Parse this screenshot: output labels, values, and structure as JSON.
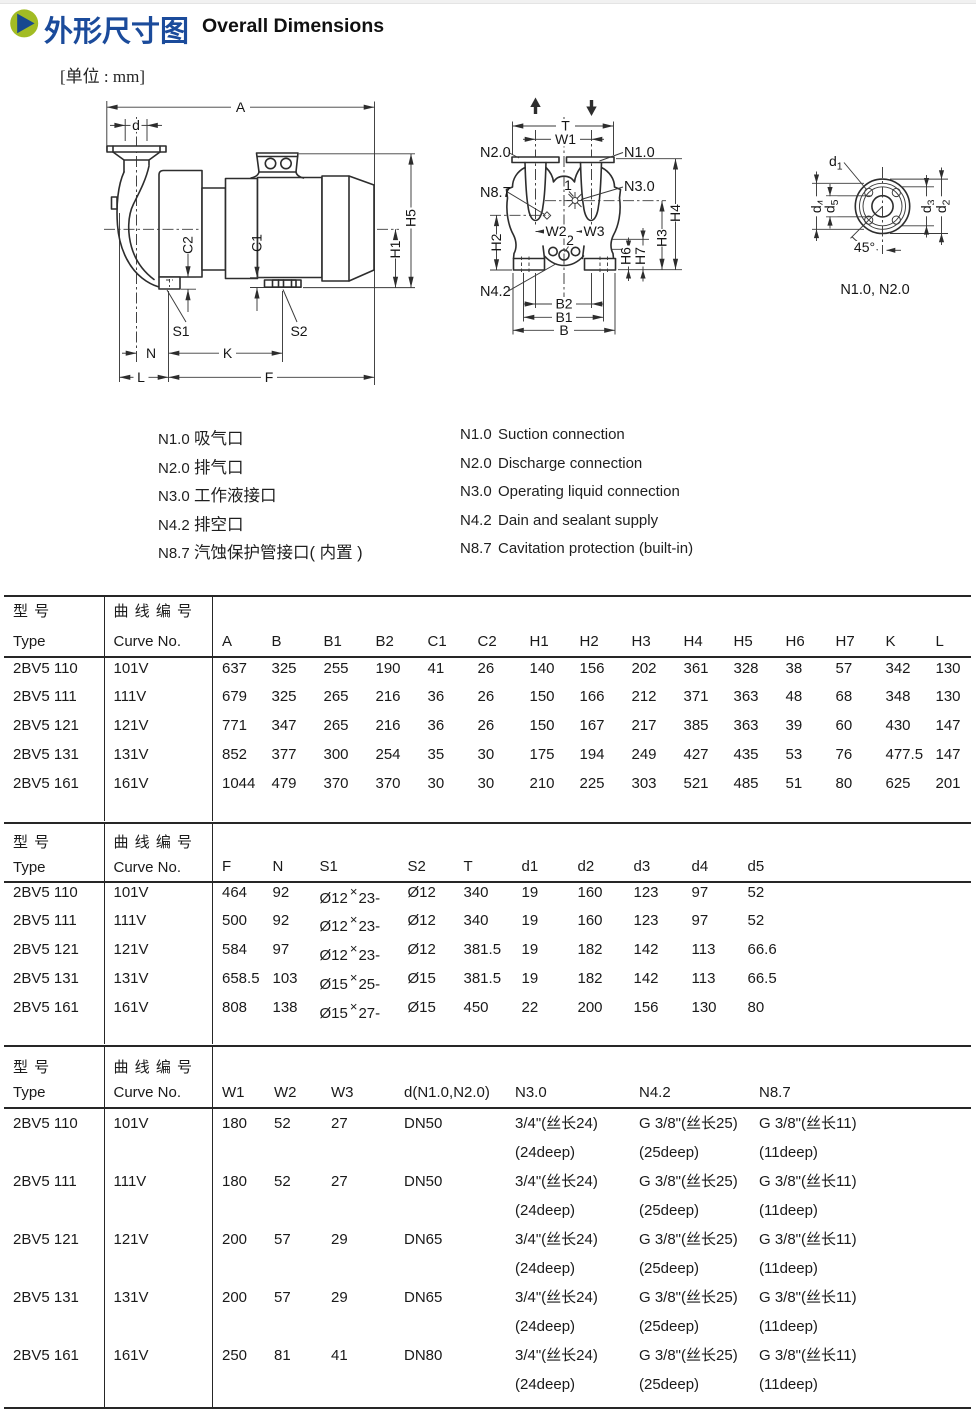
{
  "page": {
    "title_zh": "外形尺寸图",
    "title_en": "Overall Dimensions",
    "unit_note": "[单位 : mm]"
  },
  "drawing": {
    "side": {
      "a": "A",
      "d": "d",
      "c2": "C2",
      "c1": "C1",
      "s1": "S1",
      "s2": "S2",
      "h5": "H5",
      "h1": "H1",
      "n": "N",
      "k": "K",
      "l": "L",
      "f": "F"
    },
    "front": {
      "t": "T",
      "w1": "W1",
      "n20": "N2.0",
      "n10": "N1.0",
      "n87": "N8.7",
      "n30": "N3.0",
      "p1": "1",
      "p2": "2",
      "w2": "W2",
      "w3": "W3",
      "h2": "H2",
      "h3": "H3",
      "h4": "H4",
      "h6": "H6",
      "h7": "H7",
      "n42": "N4.2",
      "b2": "B2",
      "b1": "B1",
      "b": "B"
    },
    "flange": {
      "d1b": "d",
      "d1s": "1",
      "d2b": "d",
      "d2s": "2",
      "d3b": "d",
      "d3s": "3",
      "d4b": "d",
      "d4s": "4",
      "d5b": "d",
      "d5s": "5",
      "angle": "45°",
      "caption": "N1.0, N2.0"
    }
  },
  "legend": {
    "zh": [
      {
        "code": "N1.0",
        "term": "吸气口"
      },
      {
        "code": "N2.0",
        "term": "排气口"
      },
      {
        "code": "N3.0",
        "term": "工作液接口"
      },
      {
        "code": "N4.2",
        "term": "排空口"
      },
      {
        "code": "N8.7",
        "term": "汽蚀保护管接口( 内置 )"
      }
    ],
    "en": [
      {
        "code": "N1.0",
        "term": "Suction connection"
      },
      {
        "code": "N2.0",
        "term": "Discharge connection"
      },
      {
        "code": "N3.0",
        "term": "Operating liquid connection"
      },
      {
        "code": "N4.2",
        "term": "Dain and sealant supply"
      },
      {
        "code": "N8.7",
        "term": "Cavitation protection (built-in)"
      }
    ]
  },
  "tables": {
    "t1": {
      "type_zh": "型 号",
      "type_en": "Type",
      "curve_zh": "曲 线 编 号",
      "curve_en": "Curve No.",
      "cols": [
        "A",
        "B",
        "B1",
        "B2",
        "C1",
        "C2",
        "H1",
        "H2",
        "H3",
        "H4",
        "H5",
        "H6",
        "H7",
        "K",
        "L"
      ],
      "rows": [
        [
          "2BV5 110",
          "101V",
          "637",
          "325",
          "255",
          "190",
          "41",
          "26",
          "140",
          "156",
          "202",
          "361",
          "328",
          "38",
          "57",
          "342",
          "130"
        ],
        [
          "2BV5 111",
          "111V",
          "679",
          "325",
          "265",
          "216",
          "36",
          "26",
          "150",
          "166",
          "212",
          "371",
          "363",
          "48",
          "68",
          "348",
          "130"
        ],
        [
          "2BV5 121",
          "121V",
          "771",
          "347",
          "265",
          "216",
          "36",
          "26",
          "150",
          "167",
          "217",
          "385",
          "363",
          "39",
          "60",
          "430",
          "147"
        ],
        [
          "2BV5 131",
          "131V",
          "852",
          "377",
          "300",
          "254",
          "35",
          "30",
          "175",
          "194",
          "249",
          "427",
          "435",
          "53",
          "76",
          "477.5",
          "147"
        ],
        [
          "2BV5 161",
          "161V",
          "1044",
          "479",
          "370",
          "370",
          "30",
          "30",
          "210",
          "225",
          "303",
          "521",
          "485",
          "51",
          "80",
          "625",
          "201"
        ]
      ]
    },
    "t2": {
      "type_zh": "型 号",
      "type_en": "Type",
      "curve_zh": "曲 线 编 号",
      "curve_en": "Curve No.",
      "cols": [
        "F",
        "N",
        "S1",
        "S2",
        "T",
        "d1",
        "d2",
        "d3",
        "d4",
        "d5"
      ],
      "rows": [
        [
          "2BV5 110",
          "101V",
          "464",
          "92",
          {
            "a": "Ø12",
            "x": "×",
            "b": "23-"
          },
          "Ø12",
          "340",
          "19",
          "160",
          "123",
          "97",
          "52"
        ],
        [
          "2BV5 111",
          "111V",
          "500",
          "92",
          {
            "a": "Ø12",
            "x": "×",
            "b": "23-"
          },
          "Ø12",
          "340",
          "19",
          "160",
          "123",
          "97",
          "52"
        ],
        [
          "2BV5 121",
          "121V",
          "584",
          "97",
          {
            "a": "Ø12",
            "x": "×",
            "b": "23-"
          },
          "Ø12",
          "381.5",
          "19",
          "182",
          "142",
          "113",
          "66.6"
        ],
        [
          "2BV5 131",
          "131V",
          "658.5",
          "103",
          {
            "a": "Ø15",
            "x": "×",
            "b": "25-"
          },
          "Ø15",
          "381.5",
          "19",
          "182",
          "142",
          "113",
          "66.5"
        ],
        [
          "2BV5 161",
          "161V",
          "808",
          "138",
          {
            "a": "Ø15",
            "x": "×",
            "b": "27-"
          },
          "Ø15",
          "450",
          "22",
          "200",
          "156",
          "130",
          "80"
        ]
      ]
    },
    "t3": {
      "type_zh": "型 号",
      "type_en": "Type",
      "curve_zh": "曲 线 编 号",
      "curve_en": "Curve No.",
      "cols": [
        "W1",
        "W2",
        "W3",
        "d(N1.0,N2.0)",
        "N3.0",
        "N4.2",
        "N8.7"
      ],
      "rows": [
        [
          "2BV5 110",
          "101V",
          "180",
          "52",
          "27",
          "DN50",
          [
            "3/4\"(丝长24)",
            "(24deep)"
          ],
          [
            "G 3/8\"(丝长25)",
            "(25deep)"
          ],
          [
            "G 3/8\"(丝长11)",
            "(11deep)"
          ]
        ],
        [
          "2BV5 111",
          "111V",
          "180",
          "52",
          "27",
          "DN50",
          [
            "3/4\"(丝长24)",
            "(24deep)"
          ],
          [
            "G 3/8\"(丝长25)",
            "(25deep)"
          ],
          [
            "G 3/8\"(丝长11)",
            "(11deep)"
          ]
        ],
        [
          "2BV5 121",
          "121V",
          "200",
          "57",
          "29",
          "DN65",
          [
            "3/4\"(丝长24)",
            "(24deep)"
          ],
          [
            "G 3/8\"(丝长25)",
            "(25deep)"
          ],
          [
            "G 3/8\"(丝长11)",
            "(11deep)"
          ]
        ],
        [
          "2BV5 131",
          "131V",
          "200",
          "57",
          "29",
          "DN65",
          [
            "3/4\"(丝长24)",
            "(24deep)"
          ],
          [
            "G 3/8\"(丝长25)",
            "(25deep)"
          ],
          [
            "G 3/8\"(丝长11)",
            "(11deep)"
          ]
        ],
        [
          "2BV5 161",
          "161V",
          "250",
          "81",
          "41",
          "DN80",
          [
            "3/4\"(丝长24)",
            "(24deep)"
          ],
          [
            "G 3/8\"(丝长25)",
            "(25deep)"
          ],
          [
            "G 3/8\"(丝长11)",
            "(11deep)"
          ]
        ]
      ]
    }
  }
}
